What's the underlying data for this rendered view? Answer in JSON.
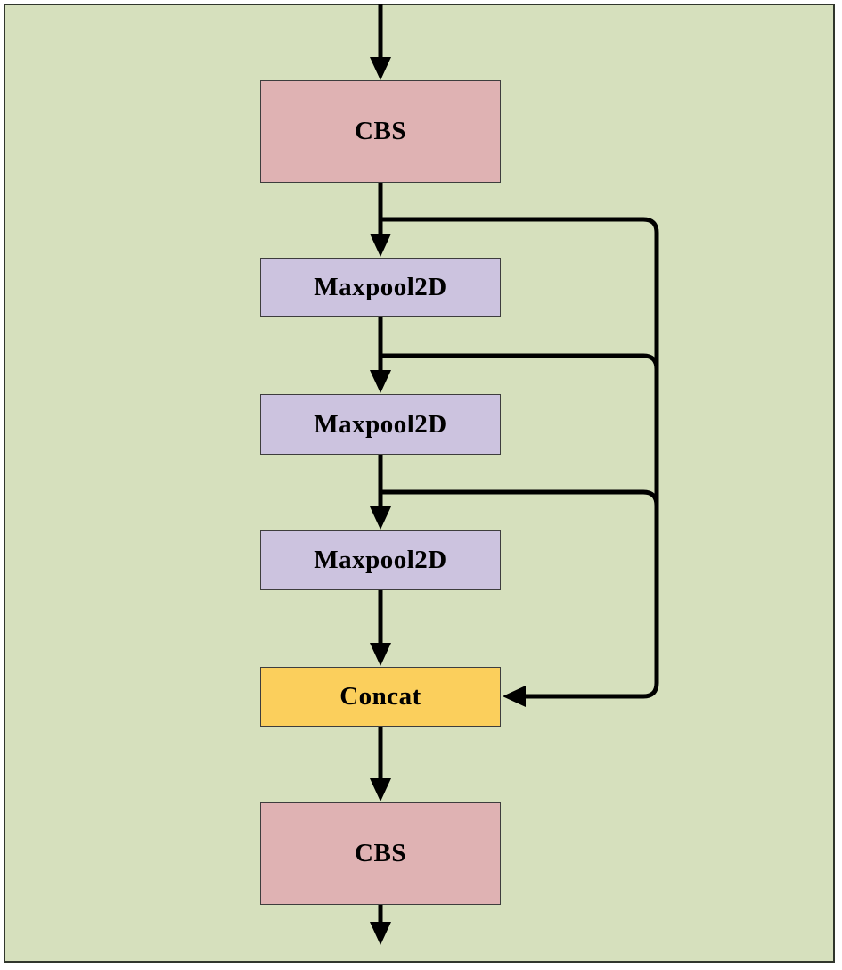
{
  "diagram": {
    "type": "flowchart",
    "description": "Neural network block diagram: CBS feeding three sequential Maxpool2D layers whose intermediate outputs are concatenated and passed to a final CBS",
    "nodes": [
      {
        "id": "cbs-top",
        "label": "CBS",
        "fill": "#dfb2b3",
        "shape": "rectangle"
      },
      {
        "id": "maxpool-1",
        "label": "Maxpool2D",
        "fill": "#ccc3df",
        "shape": "rectangle"
      },
      {
        "id": "maxpool-2",
        "label": "Maxpool2D",
        "fill": "#ccc3df",
        "shape": "rectangle"
      },
      {
        "id": "maxpool-3",
        "label": "Maxpool2D",
        "fill": "#ccc3df",
        "shape": "rectangle"
      },
      {
        "id": "concat",
        "label": "Concat",
        "fill": "#fbcf5c",
        "shape": "rectangle"
      },
      {
        "id": "cbs-bottom",
        "label": "CBS",
        "fill": "#dfb2b3",
        "shape": "rectangle"
      }
    ],
    "edges": [
      {
        "from": "input",
        "to": "cbs-top",
        "type": "arrow"
      },
      {
        "from": "cbs-top",
        "to": "maxpool-1",
        "type": "arrow"
      },
      {
        "from": "maxpool-1",
        "to": "maxpool-2",
        "type": "arrow"
      },
      {
        "from": "maxpool-2",
        "to": "maxpool-3",
        "type": "arrow"
      },
      {
        "from": "maxpool-3",
        "to": "concat",
        "type": "arrow"
      },
      {
        "from": "cbs-top",
        "to": "concat",
        "type": "skip-arrow-right"
      },
      {
        "from": "maxpool-1",
        "to": "concat",
        "type": "skip-arrow-right"
      },
      {
        "from": "maxpool-2",
        "to": "concat",
        "type": "skip-arrow-right"
      },
      {
        "from": "concat",
        "to": "cbs-bottom",
        "type": "arrow"
      },
      {
        "from": "cbs-bottom",
        "to": "output",
        "type": "arrow"
      }
    ],
    "colors": {
      "panel_background": "#d6e0bd",
      "panel_border": "#30362c",
      "node_border": "#3d3d3d",
      "cbs_fill": "#dfb2b3",
      "maxpool_fill": "#ccc3df",
      "concat_fill": "#fbcf5c",
      "line": "#000000",
      "text": "#000000"
    }
  }
}
